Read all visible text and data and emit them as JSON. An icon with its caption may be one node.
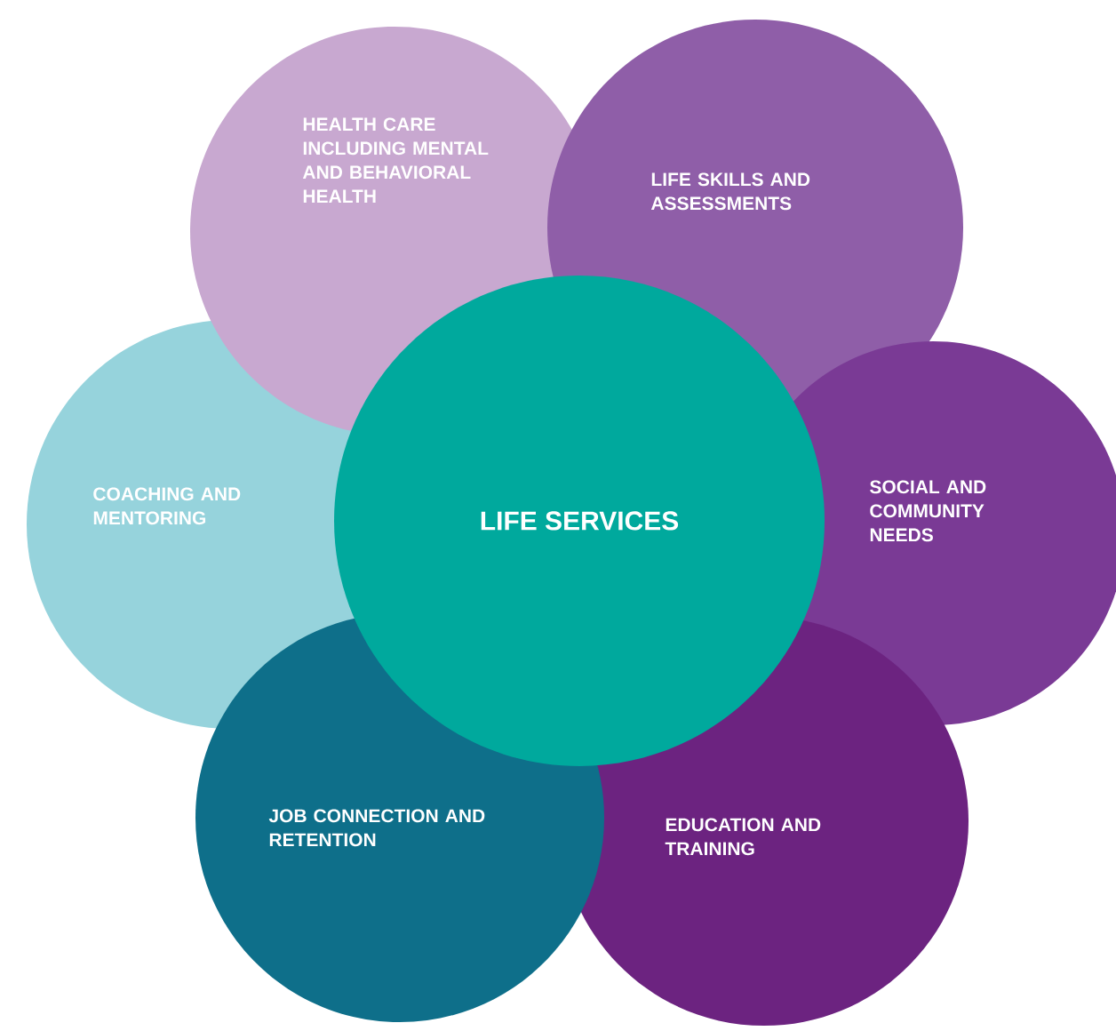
{
  "diagram": {
    "nodes": [
      {
        "text": [
          "LIFE SERVICES"
        ]
      },
      {
        "text": [
          "HEALTH CARE INCLUDING MENTAL AND BEHAVIORAL HEALTH"
        ]
      },
      {
        "text": [
          "LIFE SKILLS AND ASSESSMENTS"
        ]
      },
      {
        "text": [
          "SOCIAL AND COMMUNITY NEEDS"
        ]
      },
      {
        "text": [
          "EDUCATION AND TRAINING"
        ]
      },
      {
        "text": [
          "JOB CONNECTION AND RETENTION"
        ]
      },
      {
        "text": [
          "COACHING AND MENTORING"
        ]
      }
    ]
  }
}
